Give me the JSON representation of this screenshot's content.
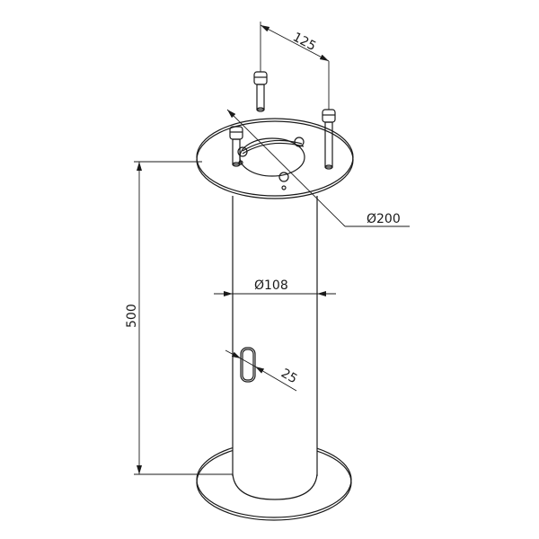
{
  "drawing": {
    "dimensions": {
      "bolt_spacing": "125",
      "flange_diameter": "Ø200",
      "tube_diameter": "Ø108",
      "height": "500",
      "slot_width": "25"
    },
    "line_color": "#1a1a1a",
    "background": "#ffffff"
  }
}
